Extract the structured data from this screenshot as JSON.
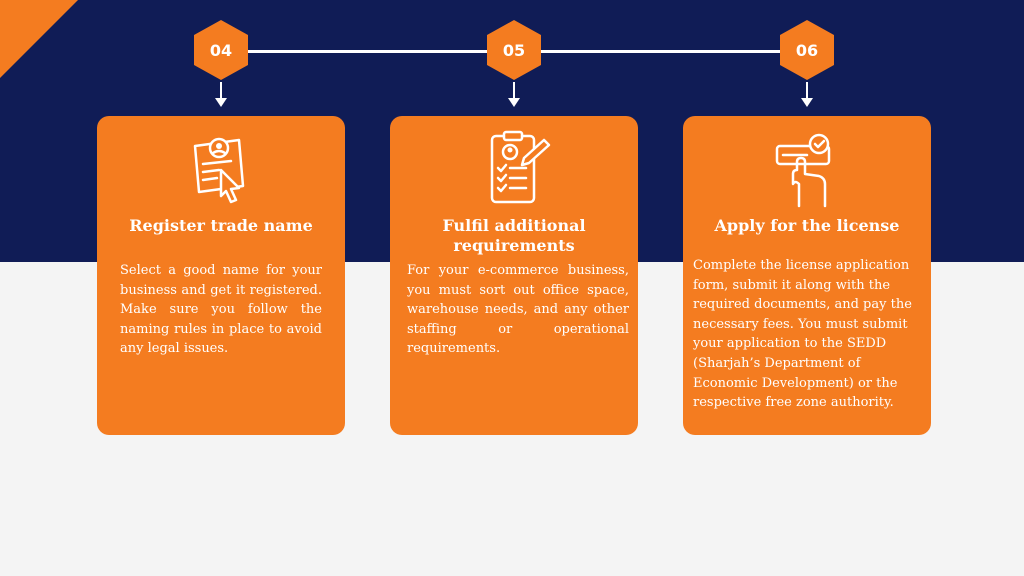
{
  "colors": {
    "navy": "#101c56",
    "orange": "#f47c20",
    "background": "#f4f4f4",
    "text": "#ffffff"
  },
  "steps": [
    {
      "number": "04",
      "icon": "form-pointer-icon",
      "title": "Register trade name",
      "body": "Select a good name for your business and get it registered. Make sure you follow the naming rules in place to avoid any legal issues."
    },
    {
      "number": "05",
      "icon": "clipboard-checklist-icon",
      "title": "Fulfil additional requirements",
      "body": "For your e-commerce business, you must sort out office space, warehouse needs, and any other staffing or operational requirements."
    },
    {
      "number": "06",
      "icon": "approved-application-hand-icon",
      "title": "Apply for the license",
      "body": "Complete the license application form, submit it along with the required documents, and pay the necessary fees. You must submit your application to the SEDD (Sharjah’s Department of Economic Development) or the respective free zone authority."
    }
  ]
}
